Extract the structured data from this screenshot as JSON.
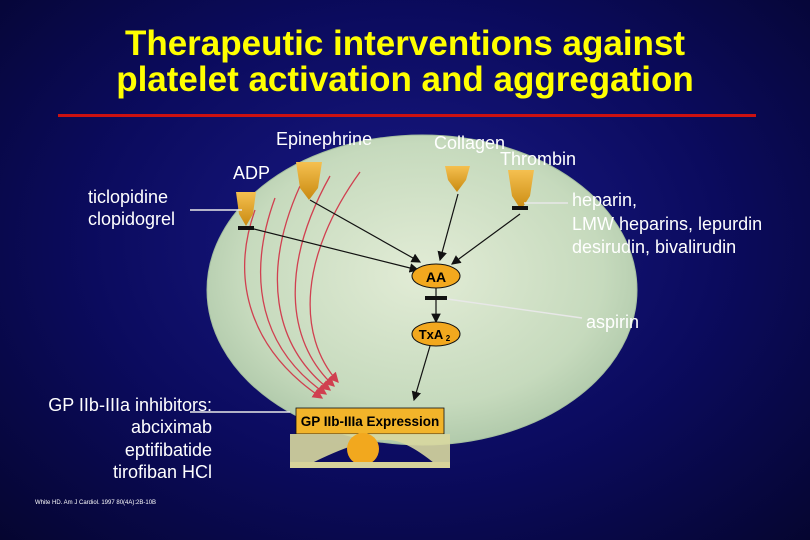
{
  "title": {
    "line1": "Therapeutic interventions against",
    "line2": "platelet activation and aggregation"
  },
  "agonists": {
    "epinephrine": "Epinephrine",
    "collagen": "Collagen",
    "thrombin": "Thrombin",
    "adp": "ADP"
  },
  "inhibitors": {
    "ticlopidine": "ticlopidine",
    "clopidogrel": "clopidogrel",
    "heparin_line1": "heparin,",
    "heparin_line2": "LMW heparins, lepurdin",
    "heparin_line3": "desirudin, bivalirudin",
    "aspirin": "aspirin",
    "gp_title": "GP IIb-IIIa inhibitors:",
    "gp_1": "abciximab",
    "gp_2": "eptifibatide",
    "gp_3": "tirofiban HCl"
  },
  "nodes": {
    "aa": "AA",
    "txa2_main": "TxA",
    "txa2_sub": "2",
    "gp_expression": "GP IIb-IIIa Expression"
  },
  "citation": "White HD. Am J Cardiol. 1997 80(4A):2B-10B",
  "colors": {
    "title": "#ffff00",
    "rule": "#cc1111",
    "cell": "#c8dcc0",
    "node": "#f2a81e",
    "arrow_red": "#d04050",
    "label": "#ffffff"
  }
}
